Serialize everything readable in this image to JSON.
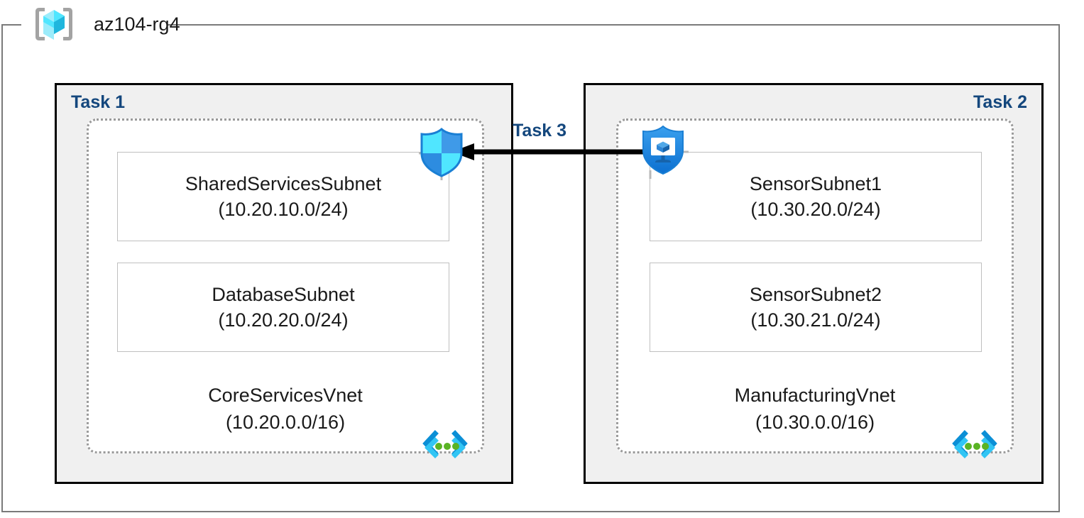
{
  "resource_group": {
    "name": "az104-rg4",
    "icon": "resource-group-cube-icon"
  },
  "tasks": [
    {
      "id": "task-1",
      "label": "Task 1",
      "align": "left"
    },
    {
      "id": "task-2",
      "label": "Task 2",
      "align": "right"
    },
    {
      "id": "task-3",
      "label": "Task 3"
    }
  ],
  "vnets": [
    {
      "id": "core-services-vnet",
      "name": "CoreServicesVnet",
      "cidr": "(10.20.0.0/16)",
      "icon": "virtual-network-icon",
      "subnets": [
        {
          "name": "SharedServicesSubnet",
          "cidr": "(10.20.10.0/24)"
        },
        {
          "name": "DatabaseSubnet",
          "cidr": "(10.20.20.0/24)"
        }
      ]
    },
    {
      "id": "manufacturing-vnet",
      "name": "ManufacturingVnet",
      "cidr": "(10.30.0.0/16)",
      "icon": "virtual-network-icon",
      "subnets": [
        {
          "name": "SensorSubnet1",
          "cidr": "(10.30.20.0/24)"
        },
        {
          "name": "SensorSubnet2",
          "cidr": "(10.30.21.0/24)"
        }
      ]
    }
  ],
  "connection": {
    "label": "Task 3",
    "direction": "right-to-left",
    "source_icon": "shield-vm-icon",
    "target_icon": "network-security-group-shield-icon"
  },
  "colors": {
    "task_label": "#14477d",
    "task_box_fill": "#f0f0f0",
    "task_box_border": "#000000",
    "vnet_box_border": "#9a9a9a",
    "subnet_border": "#bfbfbf",
    "frame_border": "#7a7a7a",
    "cube_cyan": "#50e6ff",
    "cube_blue": "#1fb6dd",
    "shield_blue": "#0078d4",
    "shield_light": "#50e6ff",
    "vnet_icon_cyan": "#31c5f4",
    "vnet_icon_blue": "#0b8fd6",
    "vnet_icon_green": "#5ab324",
    "arrow": "#000000"
  }
}
